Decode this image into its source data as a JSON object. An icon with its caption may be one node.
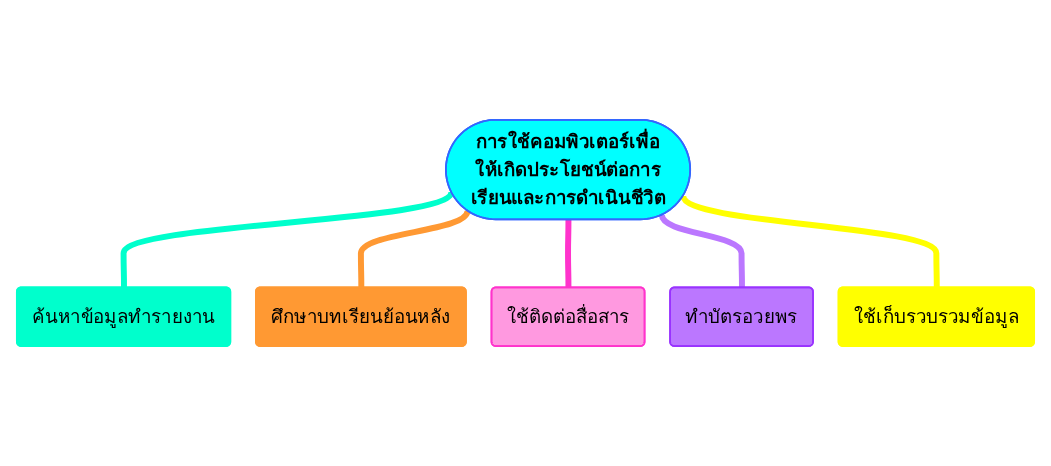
{
  "diagram": {
    "nodes": [
      {
        "text": [
          "การใช้คอมพิวเตอร์เพื่อให้เกิดประโยชน์ต่อการเรียนและการดำเนินชีวิต"
        ]
      },
      {
        "text": [
          "ค้นหาข้อมูลทำรายงาน"
        ]
      },
      {
        "text": [
          "ศึกษาบทเรียนย้อนหลัง"
        ]
      },
      {
        "text": [
          "ใช้ติดต่อสื่อสาร"
        ]
      },
      {
        "text": [
          "ทำบัตรอวยพร"
        ]
      },
      {
        "text": [
          "ใช้เก็บรวบรวมข้อมูล"
        ]
      }
    ],
    "edges": [
      {
        "from": 0,
        "to": 1,
        "arrow": "none",
        "color": "#00ffcc"
      },
      {
        "from": 0,
        "to": 2,
        "arrow": "none",
        "color": "#ff9933"
      },
      {
        "from": 0,
        "to": 3,
        "arrow": "none",
        "color": "#ff33cc"
      },
      {
        "from": 0,
        "to": 4,
        "arrow": "none",
        "color": "#bb77ff"
      },
      {
        "from": 0,
        "to": 5,
        "arrow": "none",
        "color": "#ffff00"
      }
    ]
  }
}
